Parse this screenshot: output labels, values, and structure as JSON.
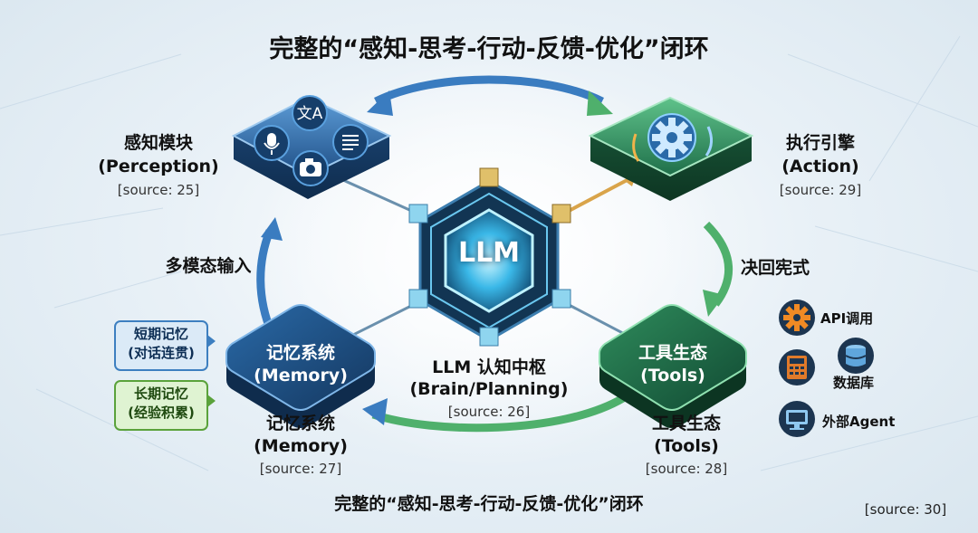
{
  "title": "完整的“感知-思考-行动-反馈-优化”闭环",
  "bottom_title": "完整的“感知-思考-行动-反馈-优化”闭环",
  "bottom_source": "[source: 30]",
  "center": {
    "core_label": "LLM",
    "name": "LLM 认知中枢",
    "sub": "(Brain/Planning)",
    "source": "[source: 26]"
  },
  "perception": {
    "name": "感知模块",
    "sub": "(Perception)",
    "source": "[source: 25]"
  },
  "action": {
    "name": "执行引擎",
    "sub": "(Action)",
    "source": "[source: 29]"
  },
  "memory": {
    "card_name": "记忆系统",
    "card_sub": "(Memory)",
    "name": "记忆系统",
    "sub": "(Memory)",
    "source": "[source: 27]",
    "short_term": "短期记忆",
    "short_term_sub": "(对话连贯)",
    "long_term": "长期记忆",
    "long_term_sub": "(经验积累)"
  },
  "tools": {
    "card_name": "工具生态",
    "card_sub": "(Tools)",
    "name": "工具生态",
    "sub": "(Tools)",
    "source": "[source: 28]",
    "items": [
      "API调用",
      "数据库",
      "外部Agent"
    ]
  },
  "flows": {
    "multimodal_input": "多模态输入",
    "decision_action": "决回宪式"
  },
  "colors": {
    "blue": "#2f6fb0",
    "green": "#3c9a5c",
    "core_glow": "#7fe0ff",
    "cube": "#d9a44a"
  },
  "icons": [
    "translate-icon",
    "microphone-icon",
    "document-icon",
    "camera-icon",
    "gear-icon",
    "calculator-icon",
    "database-icon",
    "monitor-icon"
  ]
}
